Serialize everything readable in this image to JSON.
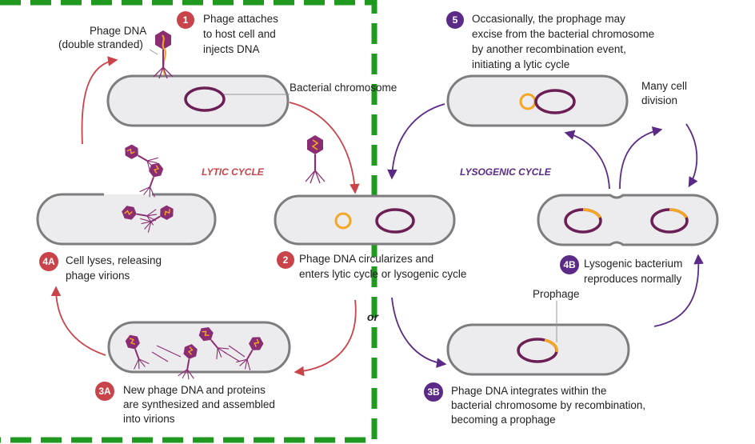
{
  "colors": {
    "red": "#c9434b",
    "purple": "#5b2a86",
    "chromosome": "#6b1f55",
    "prophage": "#f5a623",
    "cell_fill": "#ececee",
    "cell_stroke": "#7d7d80",
    "dash": "#1f9a1f",
    "phage_head": "#8b2d73"
  },
  "labels": {
    "phage_dna": "Phage DNA",
    "double_stranded": "(double stranded)",
    "bacterial_chromosome": "Bacterial chromosome",
    "lytic_cycle": "LYTIC CYCLE",
    "lysogenic_cycle": "LYSOGENIC CYCLE",
    "prophage": "Prophage",
    "many_cell_division_1": "Many cell",
    "many_cell_division_2": "division",
    "or": "or"
  },
  "steps": [
    {
      "badge": "1",
      "lines": [
        "Phage attaches",
        "to host cell and",
        "injects DNA"
      ]
    },
    {
      "badge": "2",
      "lines": [
        "Phage DNA circularizes and",
        "enters lytic cycle or lysogenic  cycle"
      ]
    },
    {
      "badge": "3A",
      "lines": [
        "New phage DNA and proteins",
        "are synthesized and assembled",
        "into virions"
      ]
    },
    {
      "badge": "4A",
      "lines": [
        "Cell lyses, releasing",
        "phage virions"
      ]
    },
    {
      "badge": "3B",
      "lines": [
        "Phage DNA integrates within the",
        "bacterial chromosome by recombination,",
        "becoming a prophage"
      ]
    },
    {
      "badge": "4B",
      "lines": [
        "Lysogenic bacterium",
        "reproduces normally"
      ]
    },
    {
      "badge": "5",
      "lines": [
        "Occasionally, the prophage may",
        "excise from the bacterial chromosome",
        "by another recombination event,",
        "initiating a lytic cycle"
      ]
    }
  ]
}
